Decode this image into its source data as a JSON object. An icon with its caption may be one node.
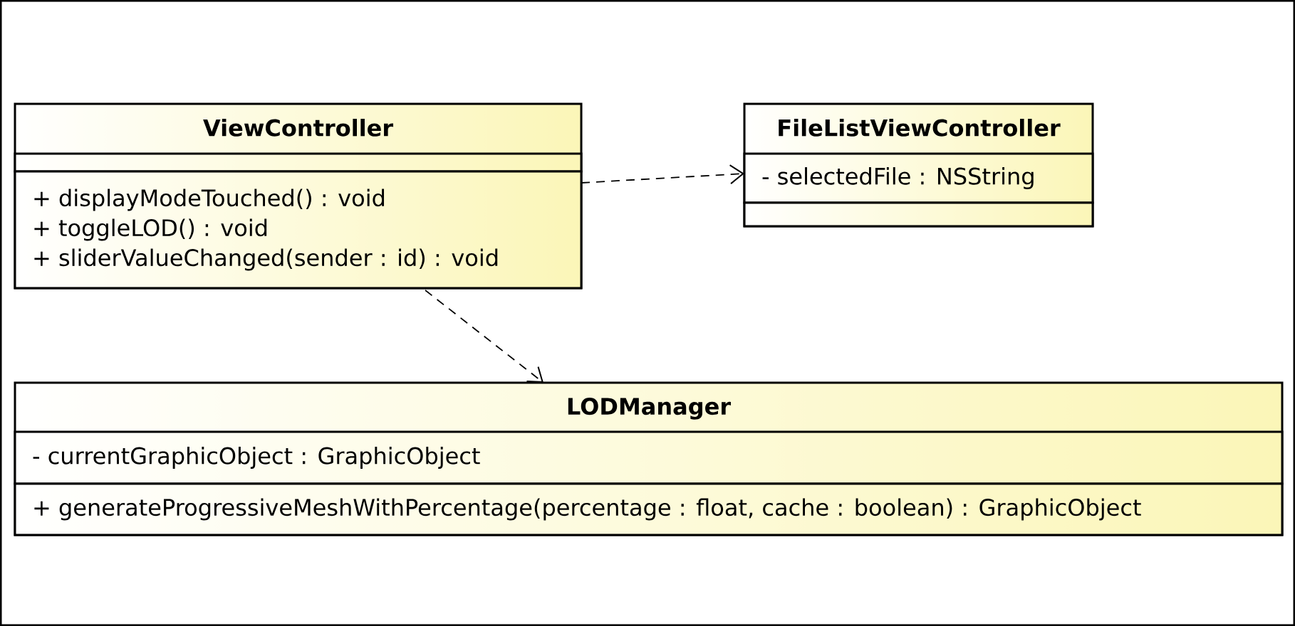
{
  "diagram": {
    "nodes": [
      {
        "text": [
          "ViewController"
        ]
      },
      {
        "text": [],
        "shape": "box",
        "in": 0
      },
      {
        "text": [
          "+ displayModeTouched() : void",
          "+ toggleLOD() : void",
          "+ sliderValueChanged(sender : id) : void"
        ],
        "in": 0
      },
      {
        "text": [
          "FileListViewController"
        ]
      },
      {
        "text": [
          "- selectedFile : NSString"
        ],
        "in": 3
      },
      {
        "text": [],
        "shape": "box",
        "in": 3
      },
      {
        "text": [
          "LODManager"
        ]
      },
      {
        "text": [
          "- currentGraphicObject : GraphicObject"
        ],
        "in": 6
      },
      {
        "text": [
          "+ generateProgressiveMeshWithPercentage(percentage : float, cache : boolean) : GraphicObject"
        ],
        "in": 6
      }
    ],
    "edges": [
      {
        "from": 0,
        "to": 3,
        "arrow": "to",
        "style": "dashed"
      },
      {
        "from": 0,
        "to": 6,
        "arrow": "to",
        "style": "dashed"
      }
    ]
  }
}
